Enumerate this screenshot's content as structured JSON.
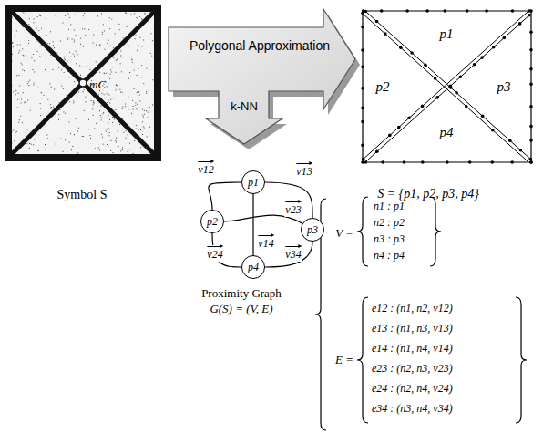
{
  "diagram": {
    "nodes": [
      {
        "text": [
          "p1"
        ]
      },
      {
        "text": [
          "p2"
        ]
      },
      {
        "text": [
          "p3"
        ]
      },
      {
        "text": [
          "p4"
        ]
      }
    ],
    "edges": [
      {
        "from": 0,
        "to": 1,
        "arrow": "none",
        "label": "v12"
      },
      {
        "from": 0,
        "to": 2,
        "arrow": "none",
        "label": "v13"
      },
      {
        "from": 0,
        "to": 3,
        "arrow": "none",
        "label": "v14"
      },
      {
        "from": 1,
        "to": 2,
        "arrow": "none",
        "label": "v23"
      },
      {
        "from": 1,
        "to": 3,
        "arrow": "none",
        "label": "v24"
      },
      {
        "from": 2,
        "to": 3,
        "arrow": "none",
        "label": "v34"
      }
    ],
    "labels": [
      "Polygonal Approximation",
      "k-NN",
      "mC",
      "Symbol S",
      "p1",
      "p2",
      "p3",
      "p4",
      "S = {p1, p2, p3, p4}",
      "Proximity Graph",
      "G(S) = (V, E)",
      "V =",
      "n1 : p1",
      "n2 : p2",
      "n3 : p3",
      "n4 : p4",
      "E =",
      "e12 : (n1, n2, v12)",
      "e13 : (n1, n3, v13)",
      "e14 : (n1, n4, v14)",
      "e23 : (n2, n3, v23)",
      "e24 : (n2, n4, v24)",
      "e34 : (n3, n4, v34)"
    ]
  }
}
